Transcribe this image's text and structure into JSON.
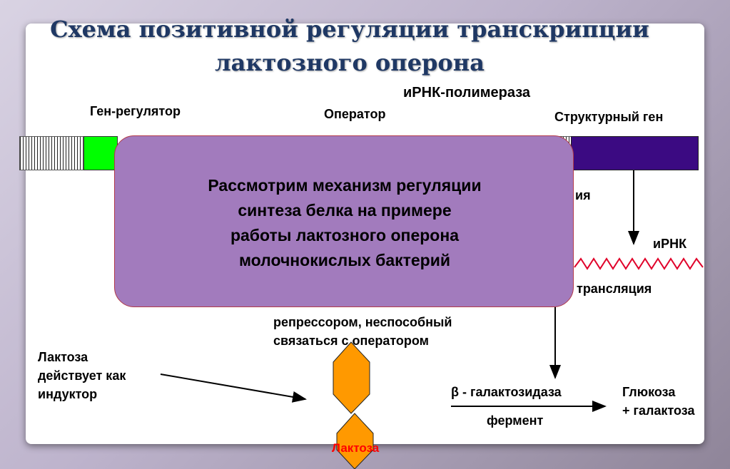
{
  "title": {
    "line1": "Схема позитивной регуляции транскрипции",
    "line2": "лактозного оперона"
  },
  "labels": {
    "polymerase": "иРНК-полимераза",
    "regulator_gene": "Ген-регулятор",
    "operator": "Оператор",
    "structural_gene": "Структурный ген",
    "transcription_partial": "ия",
    "mrna": "иРНК",
    "translation": "трансляция",
    "repressor_line2": "репрессором, неспособный",
    "repressor_line3": "связаться с оператором",
    "lactose_inducer_1": "Лактоза",
    "lactose_inducer_2": "действует как",
    "lactose_inducer_3": "индуктор",
    "galactosidase": "β - галактозидаза",
    "enzyme": "фермент",
    "product_1": "Глюкоза",
    "product_2": "+ галактоза",
    "lactose_mark": "Лактоза"
  },
  "popup": {
    "line1": "Рассмотрим механизм регуляции",
    "line2": "синтеза белка на примере",
    "line3": "работы лактозного оперона",
    "line4": "молочнокислых бактерий"
  },
  "colors": {
    "regulator_gene": "#00ff00",
    "structural_gene": "#3b0a82",
    "lactose": "#ff9900",
    "popup_fill": "#a27bbd",
    "title": "#1f3864",
    "mrna_wave": "#e0002a",
    "lactose_mark_text": "#ff0000"
  }
}
